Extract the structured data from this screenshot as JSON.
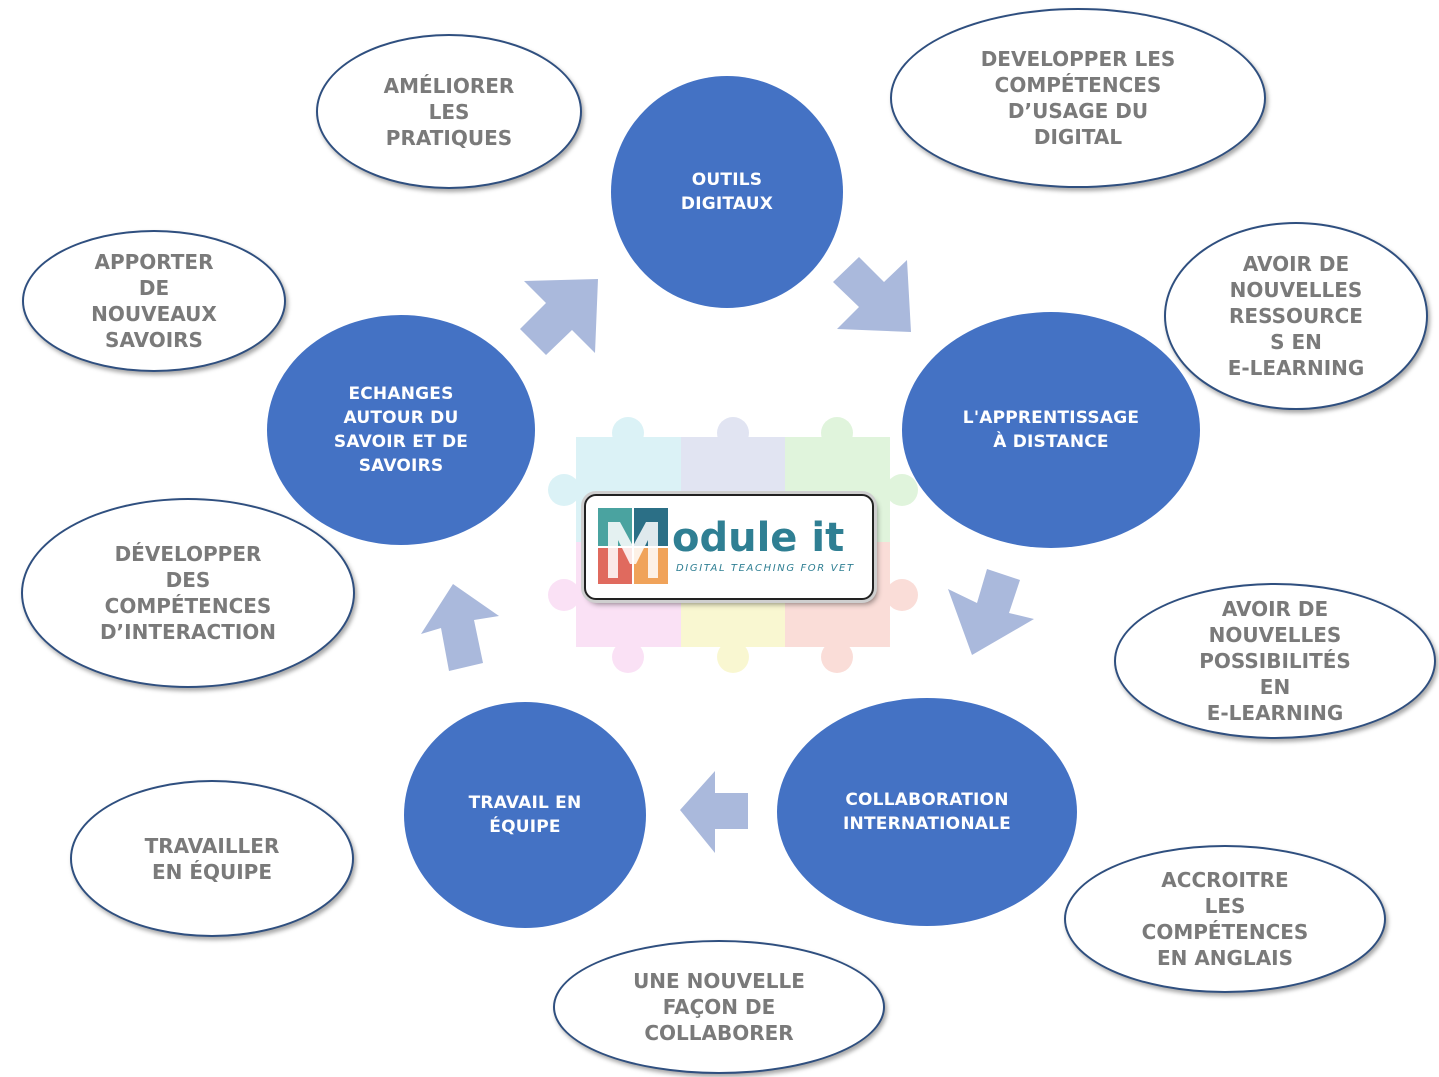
{
  "nodes": {
    "outils": "OUTILS\nDIGITAUX",
    "apprentissage": "L'APPRENTISSAGE\nÀ DISTANCE",
    "collaboration": "COLLABORATION\nINTERNATIONALE",
    "travail": "TRAVAIL EN\nÉQUIPE",
    "echanges": "ECHANGES\nAUTOUR DU\nSAVOIR ET DE\nSAVOIRS"
  },
  "bubbles": {
    "ameliorer": "AMÉLIORER\nLES\nPRATIQUES",
    "developper_digital": "DEVELOPPER LES\nCOMPÉTENCES\nD’USAGE DU\nDIGITAL",
    "ressources": "AVOIR DE\nNOUVELLES\nRESSOURCE\nS EN\nE-LEARNING",
    "possibilites": "AVOIR DE\nNOUVELLES\nPOSSIBILITÉS\nEN\nE-LEARNING",
    "anglais": "ACCROITRE\nLES\nCOMPÉTENCES\nEN ANGLAIS",
    "collaborer": "UNE NOUVELLE\nFAÇON DE\nCOLLABORER",
    "travailler": "TRAVAILLER\nEN ÉQUIPE",
    "interaction": "DÉVELOPPER\nDES\nCOMPÉTENCES\nD’INTERACTION",
    "savoirs": "APPORTER\nDE\nNOUVEAUX\nSAVOIRS"
  },
  "logo": {
    "word": "odule it",
    "tagline": "DIGITAL TEACHING FOR VET"
  },
  "colors": {
    "node": "#4472c4",
    "arrow": "#aab9dc",
    "bubble_text": "#7a7a7a",
    "logo_text": "#2f7f93"
  }
}
